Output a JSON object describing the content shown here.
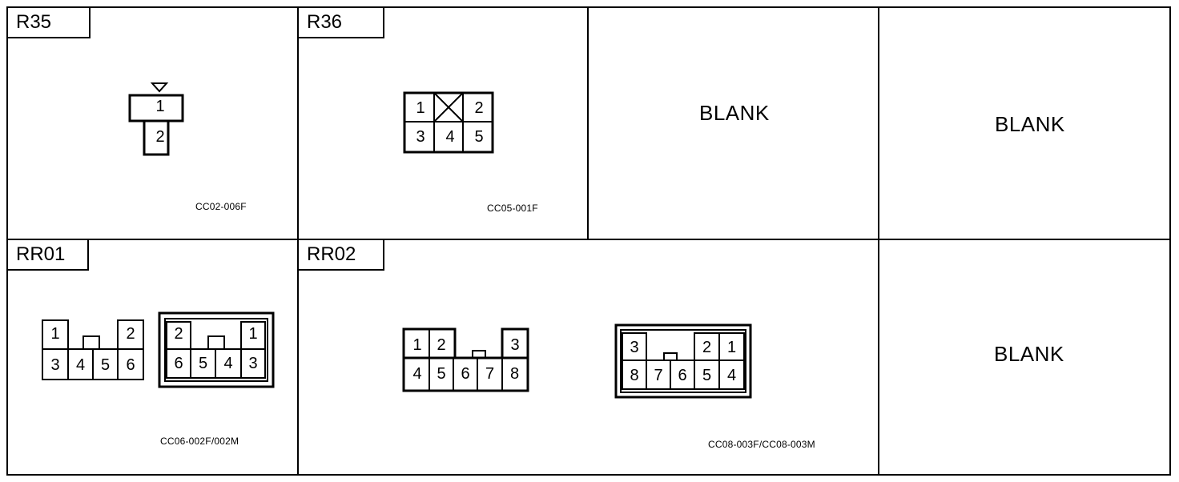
{
  "cells": {
    "r35": {
      "tag": "R35",
      "part": "CC02-006F",
      "pins": [
        "1",
        "2"
      ]
    },
    "r36": {
      "tag": "R36",
      "part": "CC05-001F",
      "pins": [
        "1",
        "2",
        "3",
        "4",
        "5"
      ]
    },
    "blank1": {
      "label": "BLANK"
    },
    "blank2": {
      "label": "BLANK"
    },
    "rr01": {
      "tag": "RR01",
      "part": "CC06-002F/002M",
      "left_pins": [
        "1",
        "2",
        "3",
        "4",
        "5",
        "6"
      ],
      "right_pins": [
        "2",
        "1",
        "6",
        "5",
        "4",
        "3"
      ]
    },
    "rr02": {
      "tag": "RR02",
      "part": "CC08-003F/CC08-003M",
      "left_pins": [
        "1",
        "2",
        "3",
        "4",
        "5",
        "6",
        "7",
        "8"
      ],
      "right_pins": [
        "3",
        "2",
        "1",
        "8",
        "7",
        "6",
        "5",
        "4"
      ]
    },
    "blank3": {
      "label": "BLANK"
    }
  }
}
